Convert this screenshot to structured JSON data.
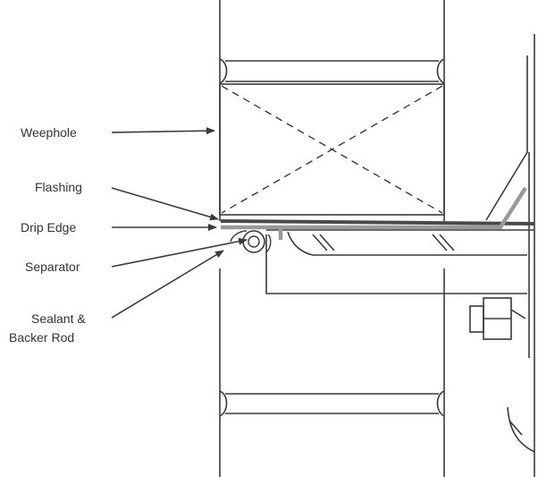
{
  "labels": {
    "weephole": "Weephole",
    "flashing": "Flashing",
    "drip_edge": "Drip Edge",
    "separator": "Separator",
    "sealant_line1": "Sealant &",
    "sealant_line2": "Backer Rod"
  },
  "colors": {
    "line": "#3a3a3a",
    "flashing": "#4a4a4a",
    "drip_edge": "#9a9a9a",
    "background": "#ffffff"
  }
}
